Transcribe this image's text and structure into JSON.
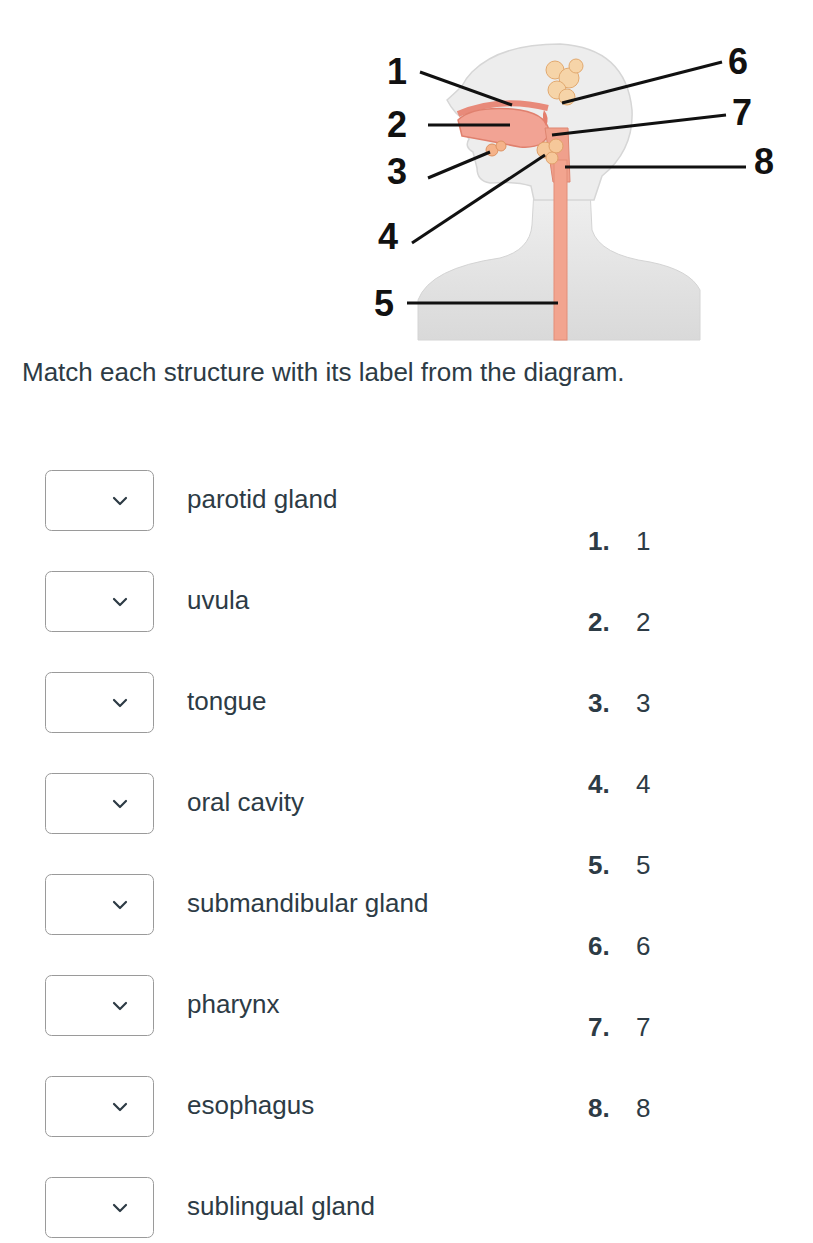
{
  "diagram": {
    "title": "Match each structure with its label from the diagram.",
    "labels": [
      "1",
      "2",
      "3",
      "4",
      "5",
      "6",
      "7",
      "8",
      "parotid gland",
      "uvula",
      "tongue",
      "oral cavity",
      "submandibular gland",
      "pharynx",
      "esophagus",
      "sublingual gland",
      "1.",
      "1",
      "2.",
      "2",
      "3.",
      "3",
      "4.",
      "4",
      "5.",
      "5",
      "6.",
      "6",
      "7.",
      "7",
      "8.",
      "8"
    ]
  }
}
